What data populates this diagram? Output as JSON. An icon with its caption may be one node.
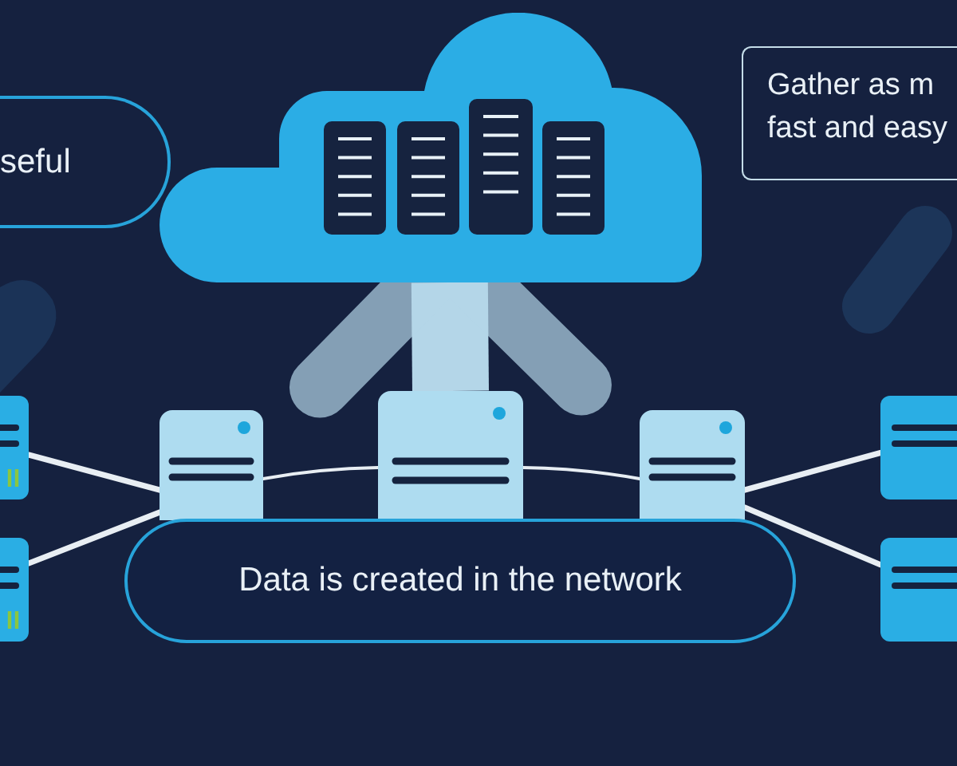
{
  "diagram": {
    "nodes": [
      {
        "text": [
          "seful"
        ]
      },
      {
        "text": [],
        "shape": "cloud"
      },
      {
        "text": [
          "Gather as m fast and easy"
        ]
      },
      {
        "text": [],
        "shape": "box"
      },
      {
        "text": [],
        "shape": "box"
      },
      {
        "text": [],
        "shape": "box"
      },
      {
        "text": [],
        "shape": "box"
      },
      {
        "text": [],
        "shape": "box"
      },
      {
        "text": [],
        "shape": "box"
      },
      {
        "text": [],
        "shape": "box"
      },
      {
        "text": [
          "Data is created in the network"
        ]
      }
    ],
    "edges": [
      {
        "from": 3,
        "to": 5,
        "arrow": "none"
      },
      {
        "from": 4,
        "to": 5,
        "arrow": "none"
      },
      {
        "from": 5,
        "to": 6,
        "arrow": "none"
      },
      {
        "from": 6,
        "to": 7,
        "arrow": "none"
      },
      {
        "from": 7,
        "to": 8,
        "arrow": "none"
      },
      {
        "from": 7,
        "to": 9,
        "arrow": "none"
      },
      {
        "from": 6,
        "to": 1,
        "arrow": "to",
        "style": "thick",
        "color": "#b4d6e8"
      }
    ]
  }
}
